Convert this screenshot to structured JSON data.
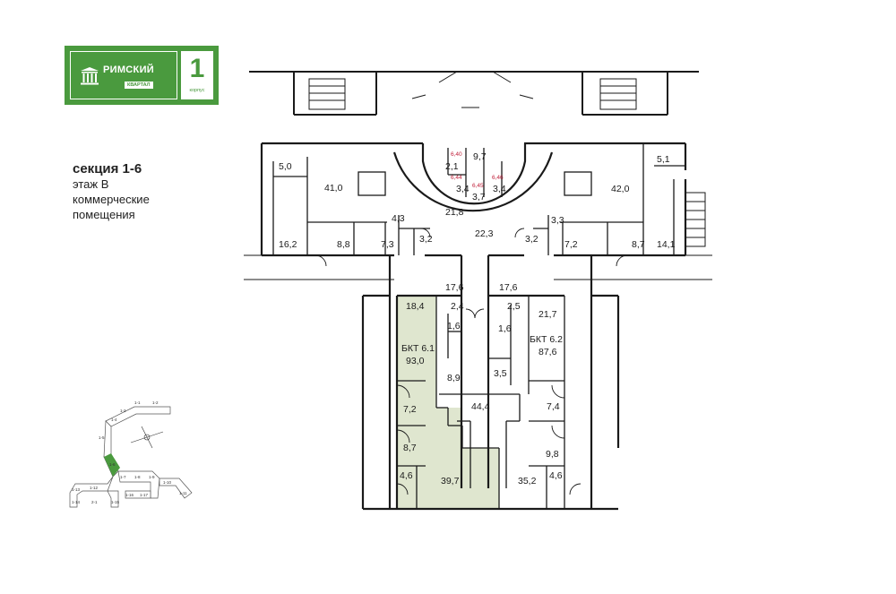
{
  "logo": {
    "brand": "РИМСКИЙ",
    "sub": "КВАРТАЛ",
    "number": "1",
    "number_label": "корпус"
  },
  "heading": {
    "line1": "секция 1-6",
    "line2": "этаж В",
    "line3": "коммерческие",
    "line4": "помещения"
  },
  "rooms": {
    "r_5_0": "5,0",
    "r_41_0": "41,0",
    "r_16_2": "16,2",
    "r_8_8": "8,8",
    "r_4_3": "4,3",
    "r_7_3": "7,3",
    "r_3_2a": "3,2",
    "r_9_7": "9,7",
    "r_2_1": "2,1",
    "r_3_4a": "3,4",
    "r_3_7": "3,7",
    "r_3_4b": "3,4",
    "r_21_8": "21,8",
    "r_22_3": "22,3",
    "r_3_2b": "3,2",
    "r_3_3": "3,3",
    "r_42_0": "42,0",
    "r_5_1": "5,1",
    "r_7_2a": "7,2",
    "r_8_7a": "8,7",
    "r_14_1": "14,1",
    "r_17_6a": "17,6",
    "r_17_6b": "17,6",
    "r_18_4": "18,4",
    "r_2_4": "2,4",
    "r_1_6a": "1,6",
    "r_8_9": "8,9",
    "r_7_2b": "7,2",
    "r_8_7b": "8,7",
    "r_4_6a": "4,6",
    "r_39_7": "39,7",
    "r_44_4": "44,4",
    "r_3_5": "3,5",
    "r_1_6b": "1,6",
    "r_2_5": "2,5",
    "r_21_7": "21,7",
    "r_7_4": "7,4",
    "r_9_8": "9,8",
    "r_35_2": "35,2",
    "r_4_6b": "4,6"
  },
  "heights": {
    "h_6_40": "6,40",
    "h_6_44": "6,44",
    "h_6_45": "6,45",
    "h_6_46": "6,46"
  },
  "units": {
    "bkt61_name": "БКТ 6.1",
    "bkt61_area": "93,0",
    "bkt62_name": "БКТ 6.2",
    "bkt62_area": "87,6"
  },
  "keyplan": {
    "labels": [
      "1-1",
      "1-2",
      "1-3",
      "1-4",
      "1-5",
      "1-6",
      "1-7",
      "1-8",
      "1-9",
      "1-10",
      "1-11",
      "1-12",
      "1-13",
      "1-14",
      "1-15",
      "1-16",
      "1-17",
      "2-1"
    ]
  },
  "colors": {
    "brand_green": "#4a9a3e",
    "highlight": "#dfe6cf",
    "walls": "#1a1a1a",
    "accent_red": "#c0203a"
  }
}
